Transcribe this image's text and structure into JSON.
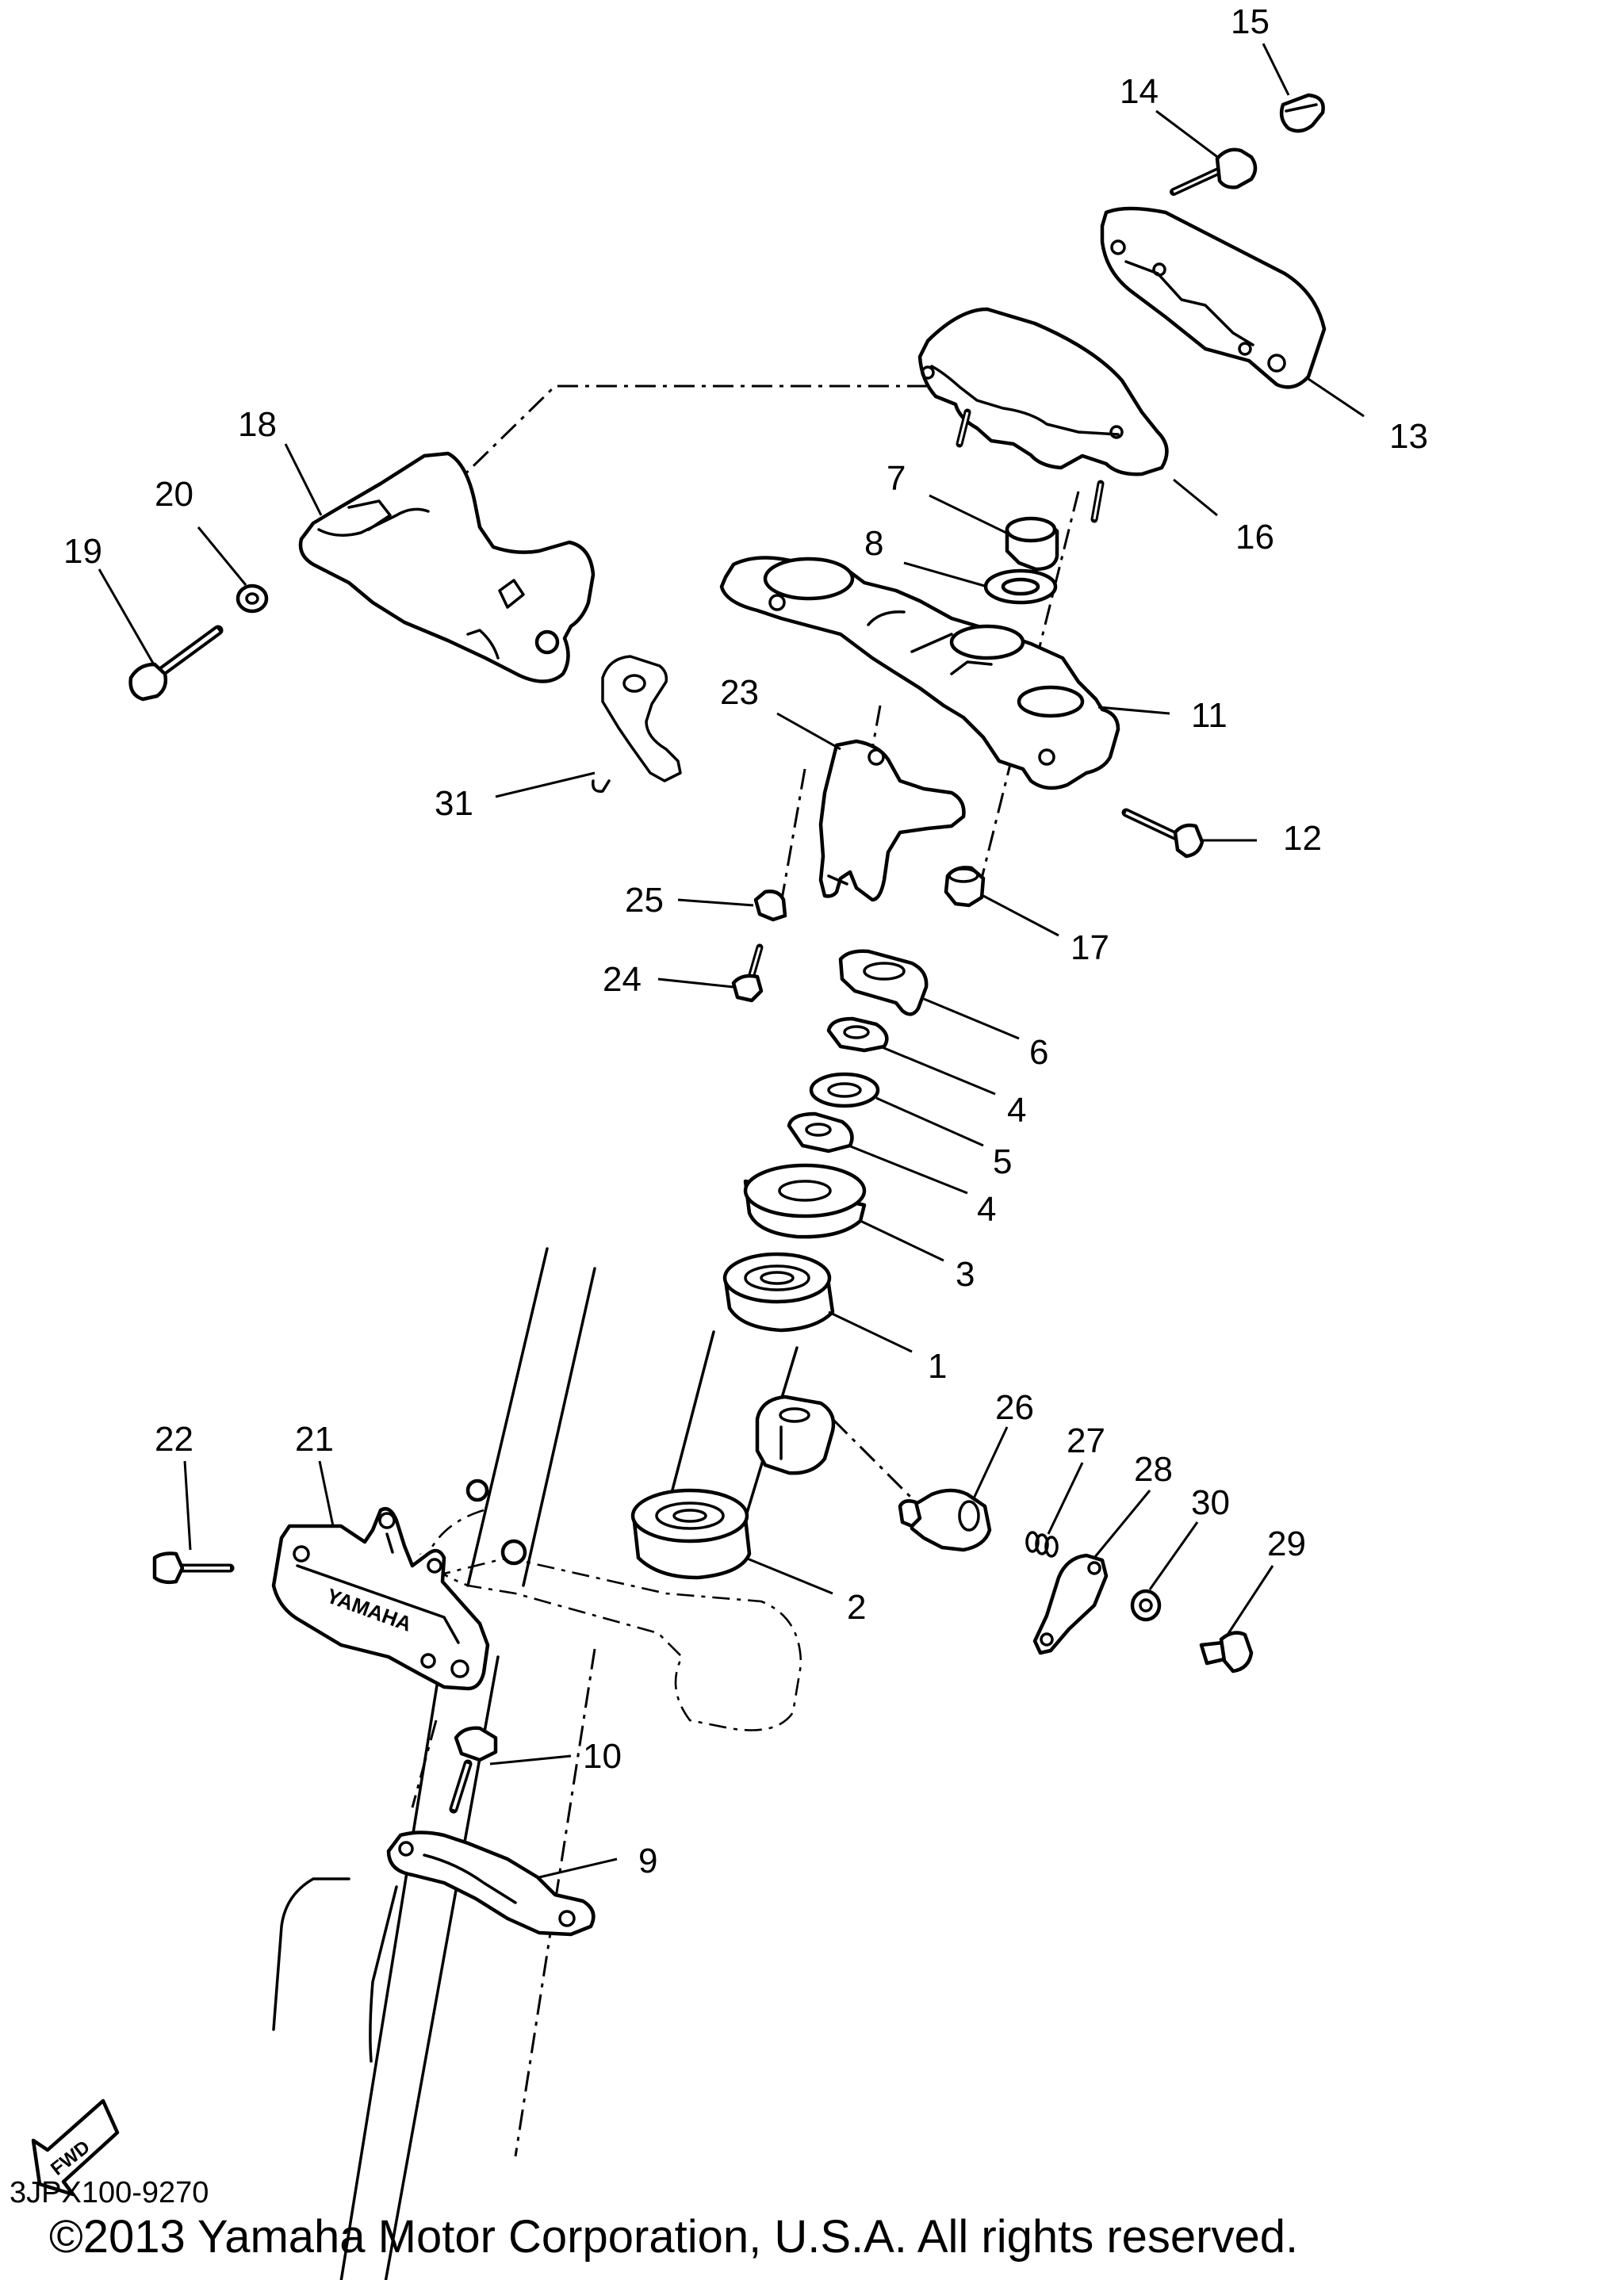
{
  "callouts": [
    "1",
    "2",
    "3",
    "4",
    "4",
    "5",
    "6",
    "7",
    "8",
    "9",
    "10",
    "11",
    "12",
    "13",
    "14",
    "15",
    "16",
    "17",
    "18",
    "19",
    "20",
    "21",
    "22",
    "23",
    "24",
    "25",
    "26",
    "27",
    "28",
    "29",
    "30",
    "31"
  ],
  "bracket_lettering": "YAMAHA",
  "fwd_label": "FWD",
  "diagram_code": "3JPX100-9270",
  "copyright": "©2013 Yamaha Motor Corporation, U.S.A. All rights reserved."
}
